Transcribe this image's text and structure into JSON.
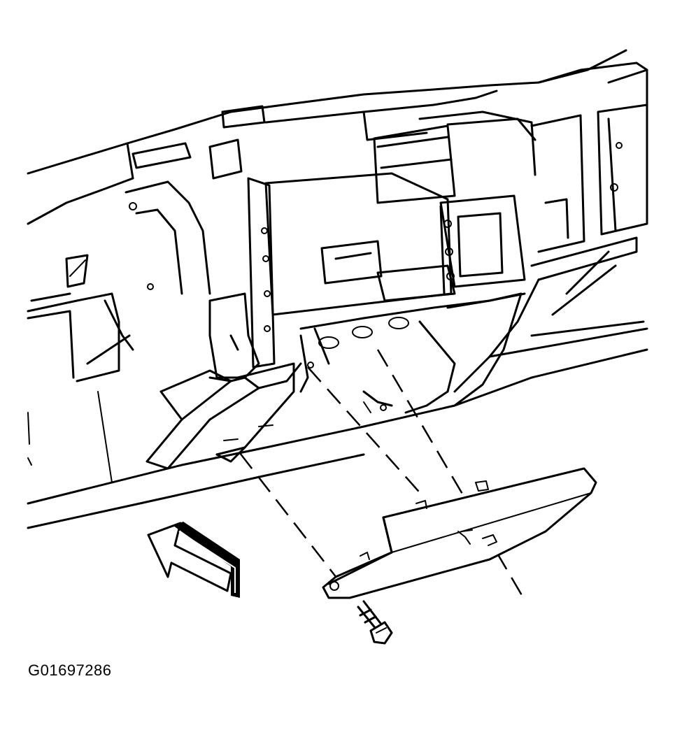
{
  "figure": {
    "id_label": "G01697286"
  },
  "parts": [
    {
      "name": "instrument-panel-carrier"
    },
    {
      "name": "knee-bolster-panel"
    },
    {
      "name": "bolster-retaining-screw"
    },
    {
      "name": "front-direction-arrow"
    }
  ],
  "colors": {
    "ink": "#000000",
    "paper": "#ffffff"
  }
}
